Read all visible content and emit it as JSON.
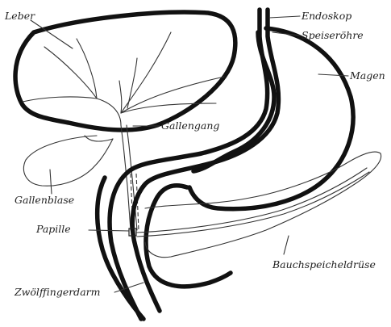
{
  "labels": {
    "leber": "Leber",
    "endoskop": "Endoskop",
    "speiseroehre": "Speiseröhre",
    "magen": "Magen",
    "gallengang": "Gallengang",
    "gallenblase": "Gallenblase",
    "papille": "Papille",
    "bauchspeicheldruese": "Bauchspeicheldrüse",
    "zwoelffingerdarm": "Zwölffingerdarm"
  }
}
